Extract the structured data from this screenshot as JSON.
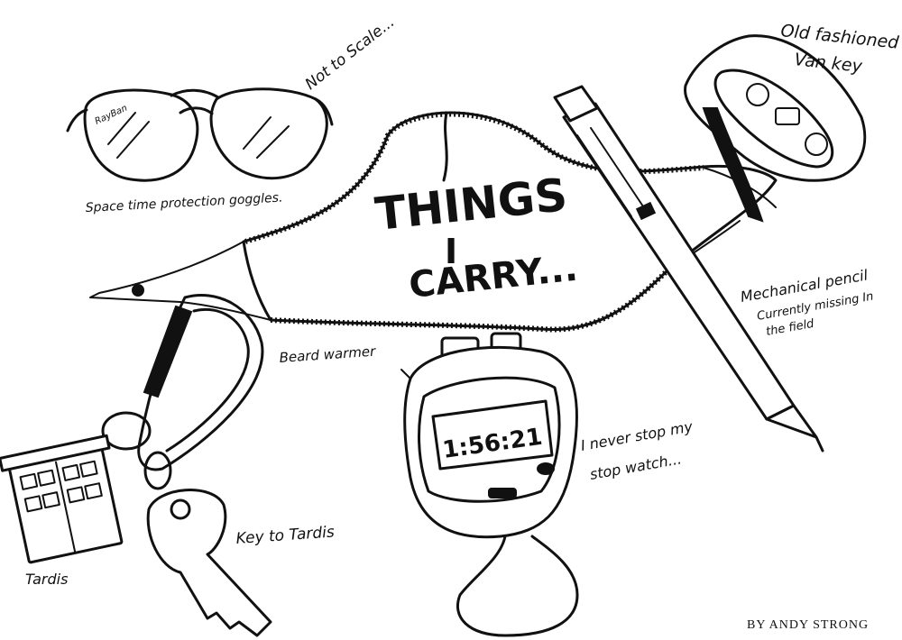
{
  "title": {
    "line1": "THINGS",
    "line2": "I",
    "line3": "CARRY..."
  },
  "labels": {
    "not_to_scale": "Not to Scale...",
    "goggles_brand": "RayBan",
    "goggles": "Space time protection goggles.",
    "van_key_1": "Old fashioned",
    "van_key_2": "Van key",
    "pencil_1": "Mechanical pencil",
    "pencil_2": "Currently missing In",
    "pencil_3": "the field",
    "beard": "Beard warmer",
    "watch_display": "1:56:21",
    "watch_1": "I never stop my",
    "watch_2": "stop watch...",
    "key": "Key to Tardis",
    "tardis": "Tardis"
  },
  "credit": "BY ANDY STRONG"
}
